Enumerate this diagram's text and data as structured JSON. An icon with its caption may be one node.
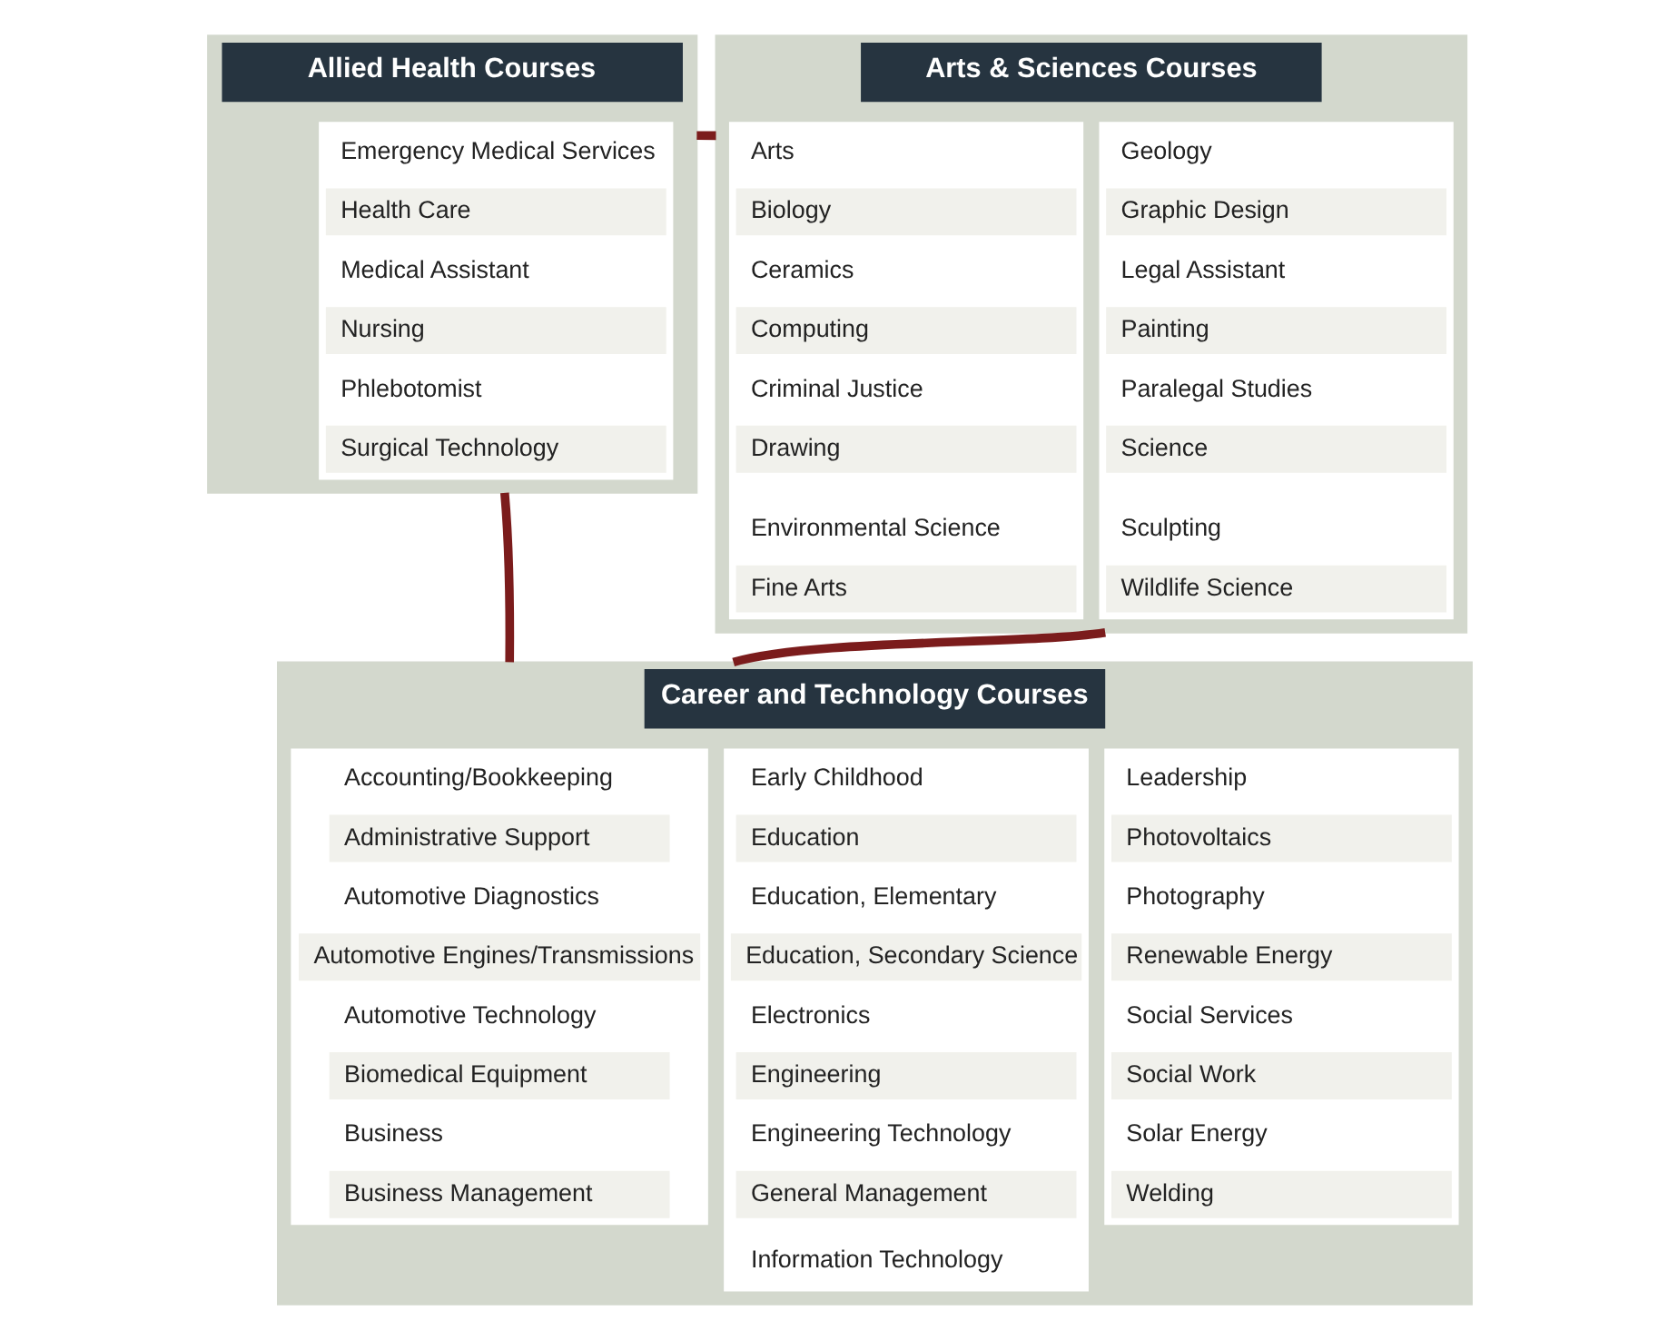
{
  "diagram": {
    "nodes": [
      {
        "text": [
          "Allied Health Courses"
        ]
      },
      {
        "text": [],
        "shape": "box",
        "in": 0
      },
      {
        "text": [
          "Emergency Medical Services"
        ],
        "in": 1
      },
      {
        "text": [
          "Health Care"
        ],
        "in": 1
      },
      {
        "text": [
          "Medical Assistant"
        ],
        "in": 1
      },
      {
        "text": [
          "Nursing"
        ],
        "in": 1
      },
      {
        "text": [
          "Phlebotomist"
        ],
        "in": 1
      },
      {
        "text": [
          "Surgical Technology"
        ],
        "in": 1
      },
      {
        "text": [
          "Arts & Sciences Courses"
        ]
      },
      {
        "text": [],
        "shape": "box",
        "in": 8
      },
      {
        "text": [
          "Arts"
        ],
        "in": 9
      },
      {
        "text": [
          "Biology"
        ],
        "in": 9
      },
      {
        "text": [
          "Ceramics"
        ],
        "in": 9
      },
      {
        "text": [
          "Computing"
        ],
        "in": 9
      },
      {
        "text": [
          "Criminal Justice"
        ],
        "in": 9
      },
      {
        "text": [
          "Drawing"
        ],
        "in": 9
      },
      {
        "text": [
          "Environmental Science"
        ],
        "in": 9
      },
      {
        "text": [
          "Fine Arts"
        ],
        "in": 9
      },
      {
        "text": [],
        "shape": "box",
        "in": 8
      },
      {
        "text": [
          "Geology"
        ],
        "in": 18
      },
      {
        "text": [
          "Graphic Design"
        ],
        "in": 18
      },
      {
        "text": [
          "Legal Assistant"
        ],
        "in": 18
      },
      {
        "text": [
          "Painting"
        ],
        "in": 18
      },
      {
        "text": [
          "Paralegal Studies"
        ],
        "in": 18
      },
      {
        "text": [
          "Science"
        ],
        "in": 18
      },
      {
        "text": [
          "Sculpting"
        ],
        "in": 18
      },
      {
        "text": [
          "Wildlife Science"
        ],
        "in": 18
      },
      {
        "text": [
          "Career and Technology Courses"
        ]
      },
      {
        "text": [],
        "shape": "box",
        "in": 27
      },
      {
        "text": [
          "Accounting/Bookkeeping"
        ],
        "in": 28
      },
      {
        "text": [
          "Administrative Support"
        ],
        "in": 28
      },
      {
        "text": [
          "Automotive Diagnostics"
        ],
        "in": 28
      },
      {
        "text": [
          "Automotive Engines/Transmissions"
        ],
        "in": 28
      },
      {
        "text": [
          "Automotive Technology"
        ],
        "in": 28
      },
      {
        "text": [
          "Biomedical Equipment"
        ],
        "in": 28
      },
      {
        "text": [
          "Business"
        ],
        "in": 28
      },
      {
        "text": [
          "Business Management"
        ],
        "in": 28
      },
      {
        "text": [],
        "shape": "box",
        "in": 27
      },
      {
        "text": [
          "Early Childhood"
        ],
        "in": 37
      },
      {
        "text": [
          "Education"
        ],
        "in": 37
      },
      {
        "text": [
          "Education, Elementary"
        ],
        "in": 37
      },
      {
        "text": [
          "Education, Secondary Science"
        ],
        "in": 37
      },
      {
        "text": [
          "Electronics"
        ],
        "in": 37
      },
      {
        "text": [
          "Engineering"
        ],
        "in": 37
      },
      {
        "text": [
          "Engineering Technology"
        ],
        "in": 37
      },
      {
        "text": [
          "General Management"
        ],
        "in": 37
      },
      {
        "text": [
          "Information Technology"
        ],
        "in": 37
      },
      {
        "text": [],
        "shape": "box",
        "in": 27
      },
      {
        "text": [
          "Leadership"
        ],
        "in": 47
      },
      {
        "text": [
          "Photovoltaics"
        ],
        "in": 47
      },
      {
        "text": [
          "Photography"
        ],
        "in": 47
      },
      {
        "text": [
          "Renewable Energy"
        ],
        "in": 47
      },
      {
        "text": [
          "Social Services"
        ],
        "in": 47
      },
      {
        "text": [
          "Social Work"
        ],
        "in": 47
      },
      {
        "text": [
          "Solar Energy"
        ],
        "in": 47
      },
      {
        "text": [
          "Welding"
        ],
        "in": 47
      }
    ],
    "edges": [
      {
        "from": 0,
        "to": 8,
        "arrow": "none"
      },
      {
        "from": 0,
        "to": 27,
        "arrow": "none"
      },
      {
        "from": 8,
        "to": 27,
        "arrow": "none"
      }
    ]
  }
}
